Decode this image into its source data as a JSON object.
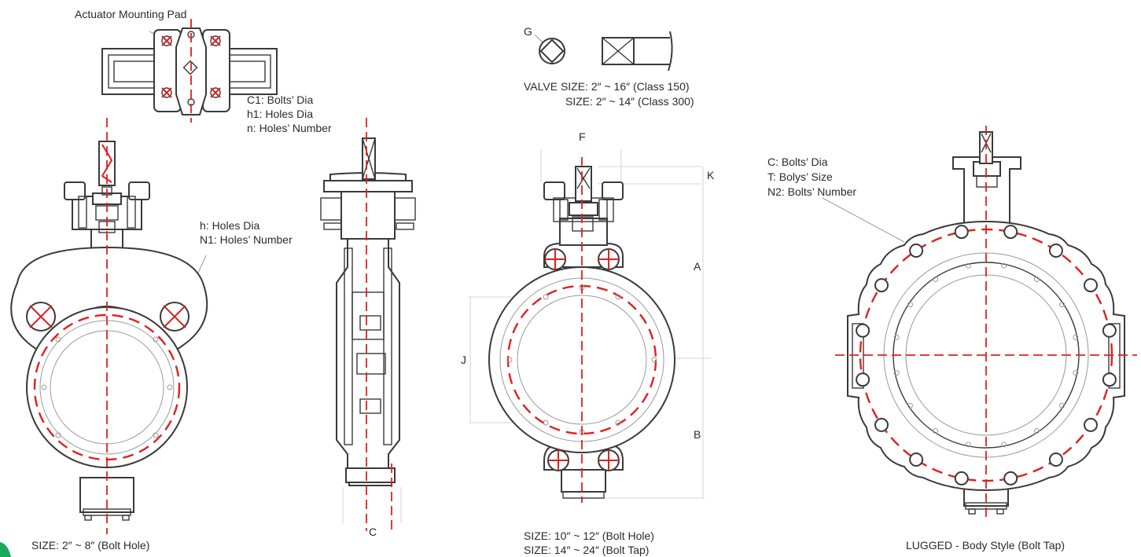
{
  "top_pad": {
    "title": "Actuator Mounting Pad",
    "legend": [
      "C1: Bolts’ Dia",
      "h1:  Holes Dia",
      "n: Holes’ Number"
    ]
  },
  "stem_section": {
    "letter": "G",
    "size_lines": [
      "VALVE  SIZE: 2″ ~ 16″ (Class 150)",
      "SIZE: 2″ ~ 14″ (Class 300)"
    ]
  },
  "view1": {
    "legend": [
      "h:  Holes Dia",
      "N1: Holes’ Number"
    ],
    "caption": "SIZE: 2″ ~ 8″ (Bolt Hole)"
  },
  "view2": {
    "dim_c": "C"
  },
  "view3": {
    "dims": {
      "f": "F",
      "k": "K",
      "a": "A",
      "b": "B",
      "j": "J"
    },
    "caption": [
      "SIZE: 10″ ~ 12″ (Bolt Hole)",
      "SIZE: 14″ ~ 24″ (Bolt Tap)"
    ]
  },
  "view4": {
    "legend": [
      "C: Bolts’ Dia",
      "T:  Bolys’ Size",
      "N2: Bolts’ Number"
    ],
    "caption": "LUGGED - Body Style (Bolt Tap)"
  },
  "colors": {
    "line": "#3a3a3a",
    "centerline": "#e02020",
    "accent": "#1aa85a"
  }
}
